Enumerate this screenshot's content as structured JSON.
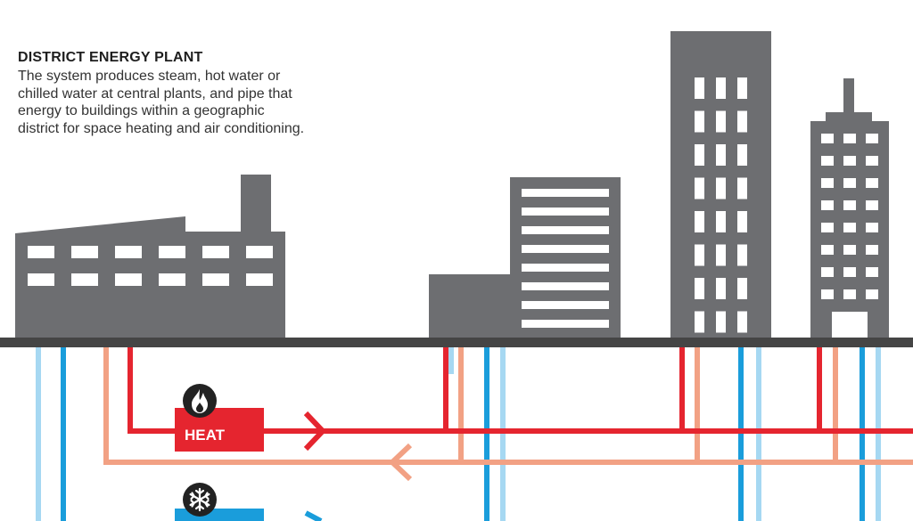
{
  "header": {
    "title": "DISTRICT ENERGY PLANT",
    "description_lines": [
      "The system produces steam, hot water or",
      "chilled water at central plants, and pipe that",
      "energy to buildings within a geographic",
      "district for space heating and air conditioning."
    ]
  },
  "legend": {
    "heat_label": "HEAT",
    "heat_icon": "flame-icon",
    "cold_icon": "snowflake-icon"
  },
  "colors": {
    "building": "#6d6e71",
    "ground": "#454545",
    "hot_supply": "#e5252f",
    "hot_return": "#f2a184",
    "cold_supply": "#1a9ddb",
    "cold_return": "#a6d8f2"
  }
}
